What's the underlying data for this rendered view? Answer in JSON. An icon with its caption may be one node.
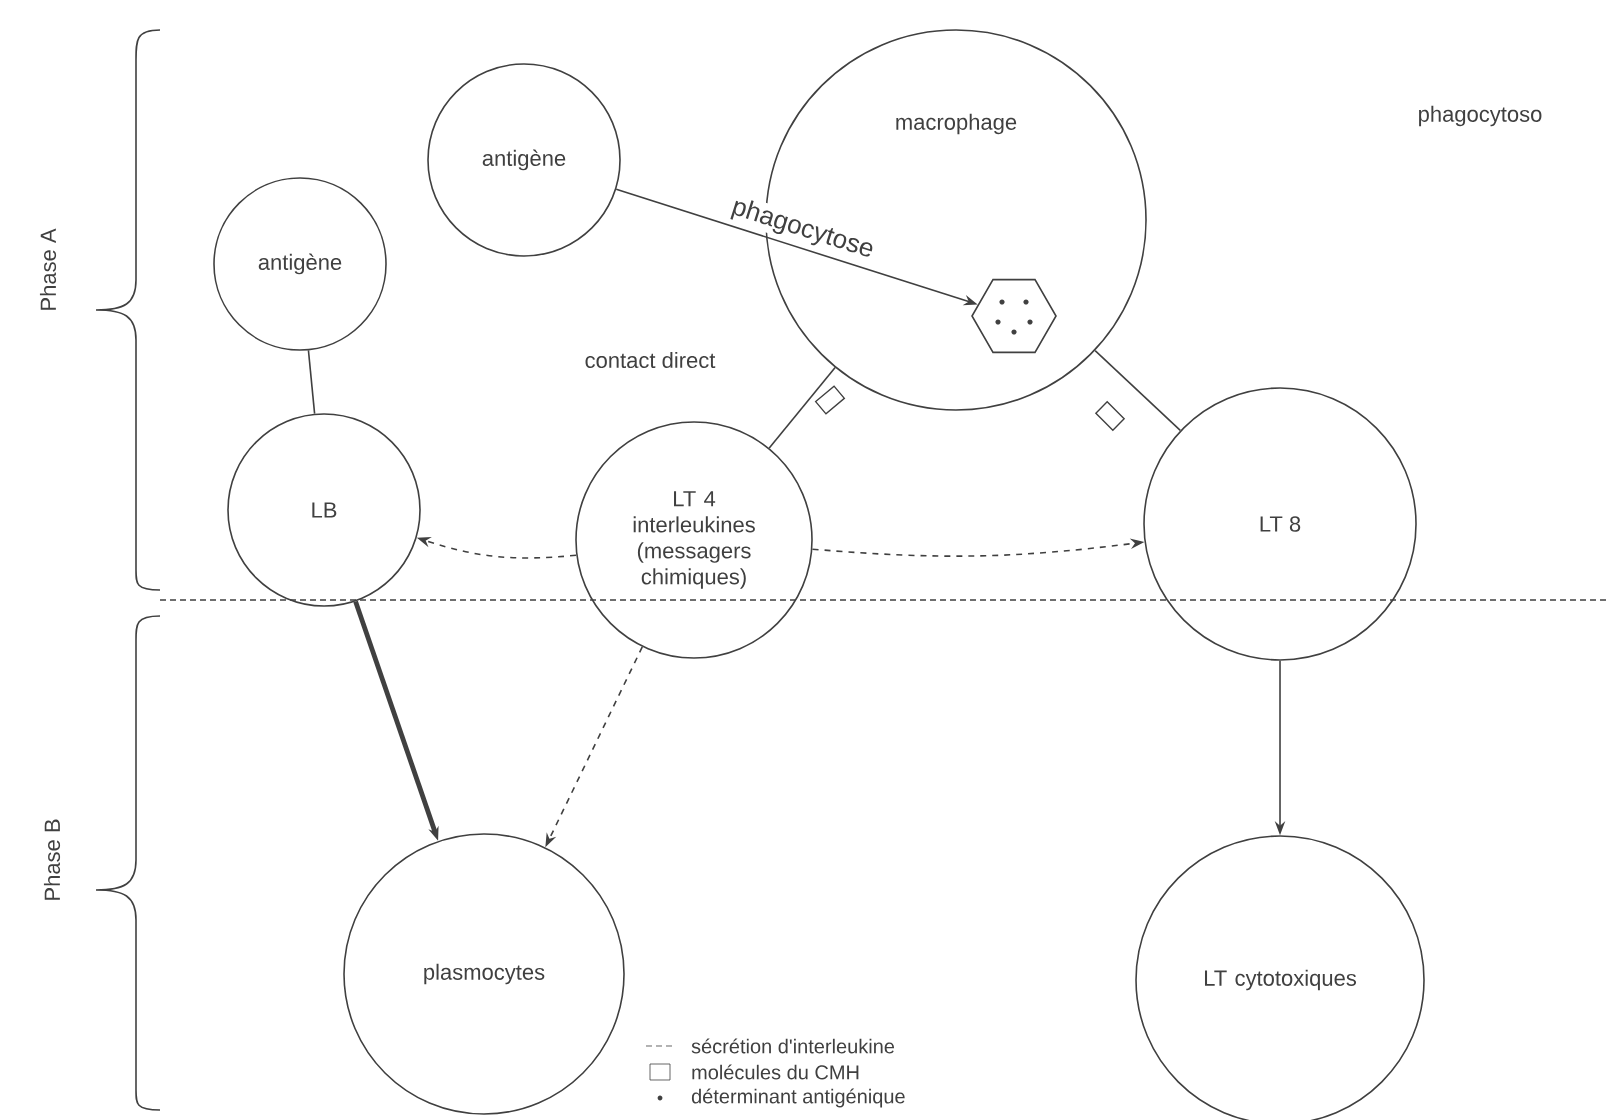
{
  "diagram": {
    "nodes": [
      {
        "text": [
          "antigène"
        ]
      },
      {
        "text": [
          "antigène"
        ]
      },
      {
        "text": [
          "macrophage"
        ]
      },
      {
        "text": [],
        "shape": "hexagon",
        "in": 2
      },
      {
        "text": [
          "LB"
        ]
      },
      {
        "text": [
          "LT 4",
          "interleukines (messagers chimiques)"
        ]
      },
      {
        "text": [
          "LT 8"
        ]
      },
      {
        "text": [
          "plasmocytes"
        ]
      },
      {
        "text": [
          "LT cytotoxiques"
        ]
      }
    ],
    "edges": [
      {
        "from": 0,
        "to": 3,
        "arrow": "to",
        "label": "phagocytose"
      },
      {
        "from": 4,
        "to": 1,
        "arrow": "none"
      },
      {
        "from": 5,
        "to": 4,
        "arrow": "to",
        "style": "dashed"
      },
      {
        "from": 5,
        "to": 2,
        "arrow": "none"
      },
      {
        "from": 2,
        "to": 6,
        "arrow": "none"
      },
      {
        "from": 5,
        "to": 6,
        "arrow": "to",
        "style": "dashed"
      },
      {
        "from": 4,
        "to": 7,
        "arrow": "to",
        "style": "thick"
      },
      {
        "from": 5,
        "to": 7,
        "arrow": "to",
        "style": "dashed"
      },
      {
        "from": 6,
        "to": 8,
        "arrow": "to"
      }
    ],
    "labels": [
      "phagocytoso",
      "Phase A",
      "contact direct",
      "Phase B"
    ],
    "legend": [
      {
        "text": "sécrétion d'interleukine"
      },
      {
        "text": "molécules du CMH"
      },
      {
        "text": "déterminant antigénique"
      }
    ]
  }
}
